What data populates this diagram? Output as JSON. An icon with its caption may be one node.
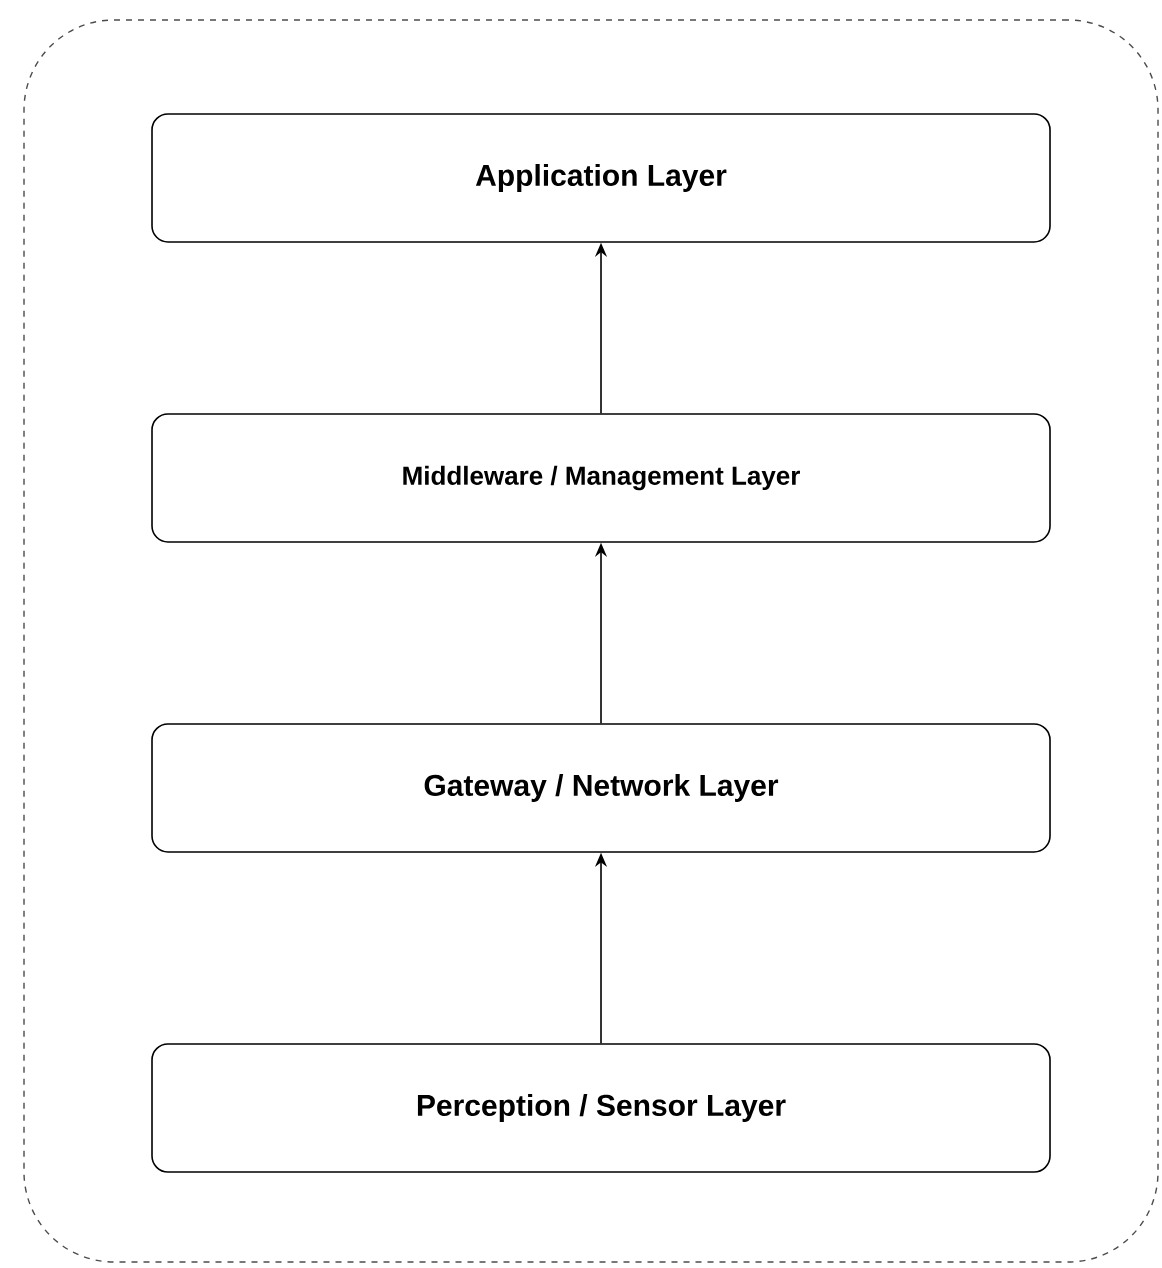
{
  "diagram": {
    "nodes": [
      {
        "text": [],
        "shape": "box"
      },
      {
        "text": [
          "Application Layer"
        ],
        "in": 0
      },
      {
        "text": [
          "Middleware / Management Layer"
        ],
        "in": 0
      },
      {
        "text": [
          "Gateway / Network Layer"
        ],
        "in": 0
      },
      {
        "text": [
          "Perception / Sensor Layer"
        ],
        "in": 0
      }
    ],
    "edges": [
      {
        "from": 4,
        "to": 3,
        "arrow": "to"
      },
      {
        "from": 3,
        "to": 2,
        "arrow": "to"
      },
      {
        "from": 2,
        "to": 1,
        "arrow": "to"
      }
    ]
  }
}
